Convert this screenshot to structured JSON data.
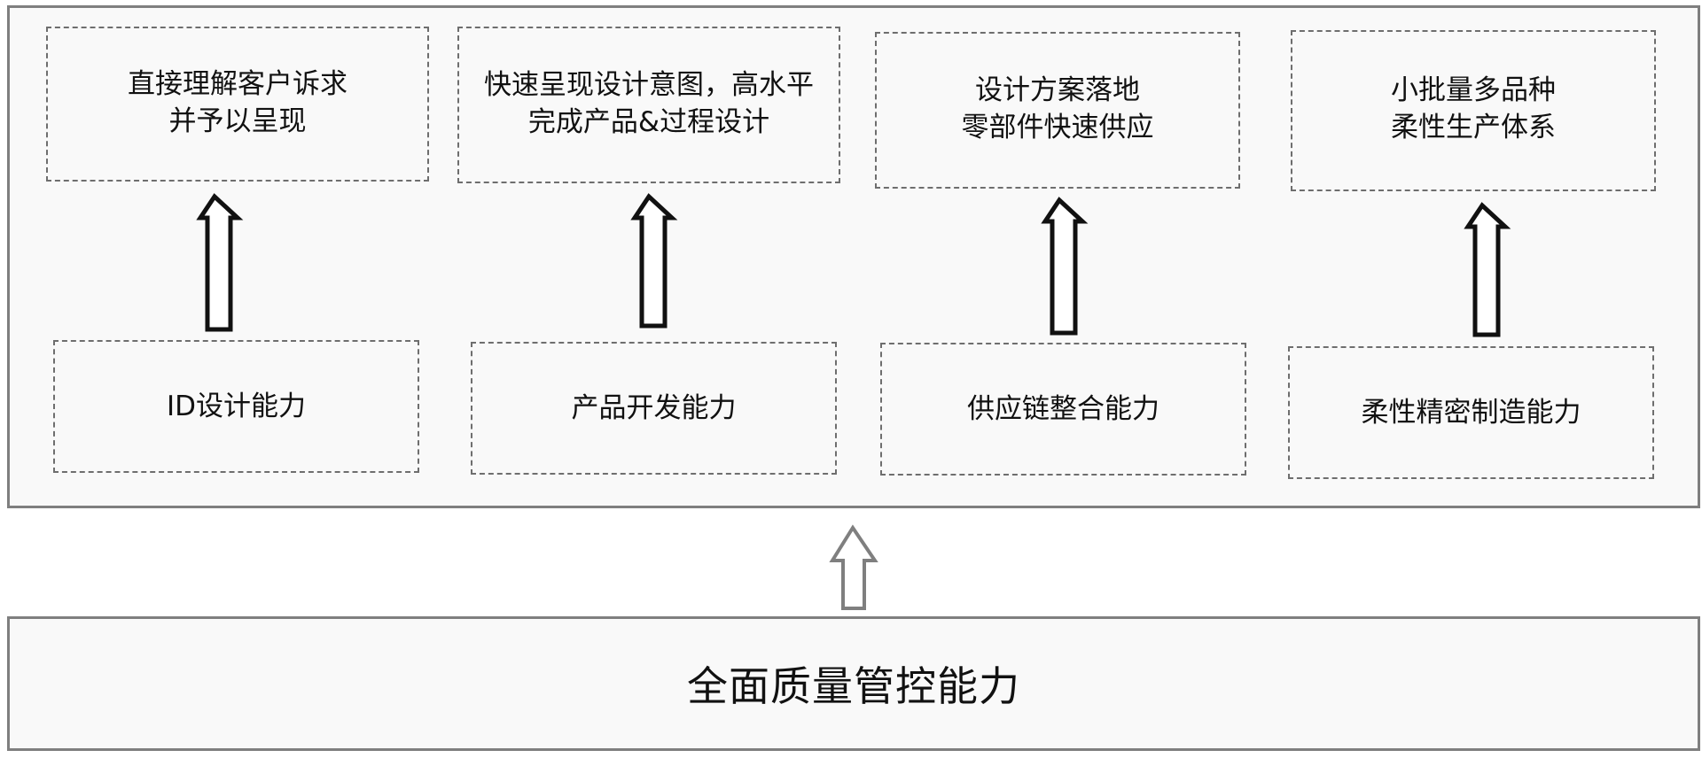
{
  "goals": [
    {
      "line1": "直接理解客户诉求",
      "line2": "并予以呈现"
    },
    {
      "line1": "快速呈现设计意图，高水平",
      "line2": "完成产品&过程设计"
    },
    {
      "line1": "设计方案落地",
      "line2": "零部件快速供应"
    },
    {
      "line1": "小批量多品种",
      "line2": "柔性生产体系"
    }
  ],
  "capabilities": [
    {
      "label": "ID设计能力"
    },
    {
      "label": "产品开发能力"
    },
    {
      "label": "供应链整合能力"
    },
    {
      "label": "柔性精密制造能力"
    }
  ],
  "foundation": {
    "label": "全面质量管控能力"
  },
  "colors": {
    "panel_background": "#f9f9f9",
    "panel_border": "#7f7f7f",
    "dashed_border": "#6e6e6e",
    "arrow_dark": "#111111",
    "arrow_gray": "#7f7f7f"
  }
}
